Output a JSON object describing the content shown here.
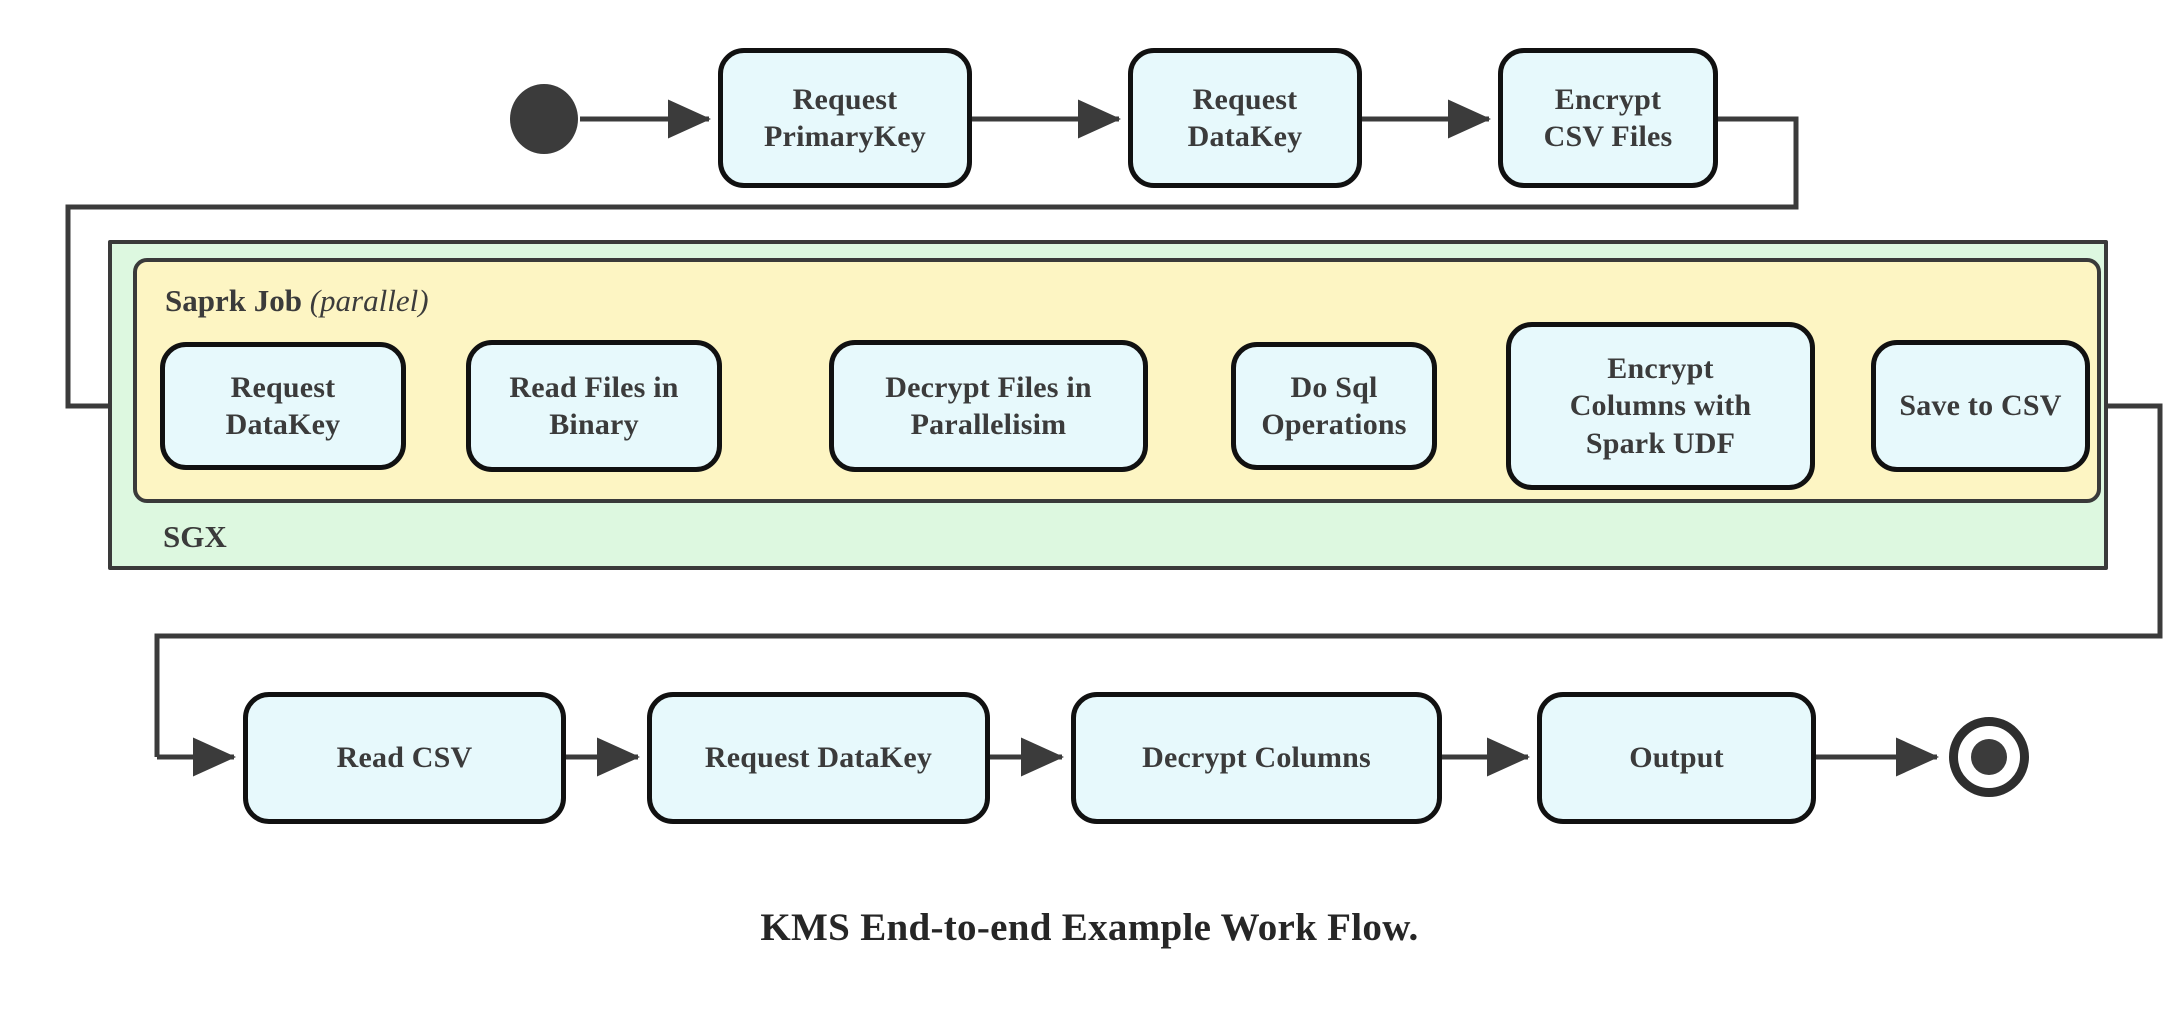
{
  "diagram": {
    "caption": "KMS End-to-end Example Work Flow.",
    "colors": {
      "node_fill": "#e7f9fc",
      "node_border": "#111111",
      "sgx_fill": "#ddf8e0",
      "spark_fill": "#fdf5c3",
      "container_border": "#3a3a3a",
      "text": "#3b3b3b",
      "connector": "#3b3b3b"
    },
    "markers": {
      "start": "filled-circle-start-state",
      "end": "ringed-filled-circle-end-state"
    },
    "containers": [
      {
        "id": "sgx",
        "label": "SGX",
        "label_position": "bottom-left",
        "fill": "#ddf8e0"
      },
      {
        "id": "spark",
        "label_main": "Saprk Job",
        "label_italic": "(parallel)",
        "label_position": "top-left",
        "fill": "#fdf5c3"
      }
    ],
    "rows": [
      {
        "id": "row-top",
        "nodes": [
          {
            "id": "request-primarykey",
            "label": "Request\nPrimaryKey"
          },
          {
            "id": "request-datakey-top",
            "label": "Request\nDataKey"
          },
          {
            "id": "encrypt-csv-files",
            "label": "Encrypt\nCSV Files"
          }
        ]
      },
      {
        "id": "row-spark",
        "nodes": [
          {
            "id": "request-datakey-spark",
            "label": "Request\nDataKey"
          },
          {
            "id": "read-files-in-binary",
            "label": "Read Files in\nBinary"
          },
          {
            "id": "decrypt-files-in-parallelisim",
            "label": "Decrypt Files in\nParallelisim"
          },
          {
            "id": "do-sql-operations",
            "label": "Do Sql\nOperations"
          },
          {
            "id": "encrypt-columns-with-spark-udf",
            "label": "Encrypt\nColumns with\nSpark UDF"
          },
          {
            "id": "save-to-csv",
            "label": "Save to CSV"
          }
        ]
      },
      {
        "id": "row-bottom",
        "nodes": [
          {
            "id": "read-csv",
            "label": "Read CSV"
          },
          {
            "id": "request-datakey-bottom",
            "label": "Request DataKey"
          },
          {
            "id": "decrypt-columns",
            "label": "Decrypt Columns"
          },
          {
            "id": "output",
            "label": "Output"
          }
        ]
      }
    ],
    "flow_order": [
      "start",
      "Request PrimaryKey",
      "Request DataKey",
      "Encrypt CSV Files",
      "Request DataKey",
      "Read Files in Binary",
      "Decrypt Files in Parallelisim",
      "Do Sql Operations",
      "Encrypt Columns with Spark UDF",
      "Save to CSV",
      "Read CSV",
      "Request DataKey",
      "Decrypt Columns",
      "Output",
      "end"
    ]
  }
}
